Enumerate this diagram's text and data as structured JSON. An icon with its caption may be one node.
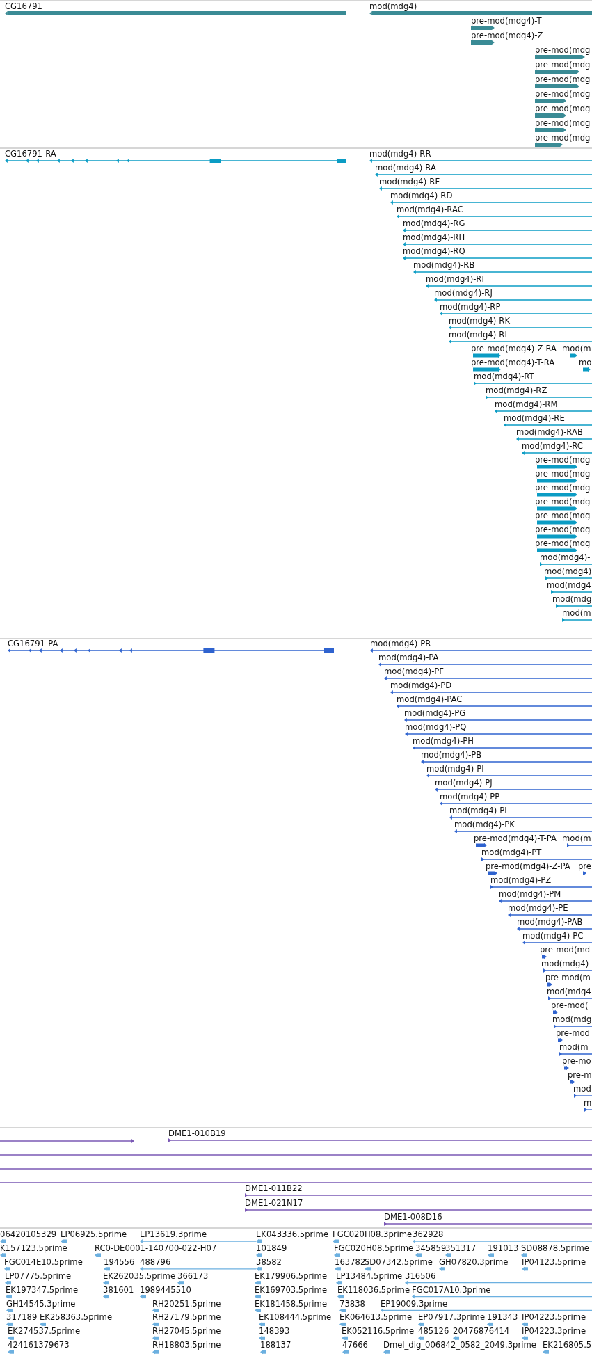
{
  "diagram": {
    "labels": [
      "CG16791",
      "mod(mdg4)",
      "pre-mod(mdg4)-T",
      "pre-mod(mdg4)-Z",
      "pre-mod(mdg",
      "pre-mod(mdg",
      "pre-mod(mdg",
      "pre-mod(mdg",
      "pre-mod(mdg",
      "pre-mod(mdg",
      "pre-mod(mdg",
      "CG16791-RA",
      "mod(mdg4)-RR",
      "mod(mdg4)-RA",
      "mod(mdg4)-RF",
      "mod(mdg4)-RD",
      "mod(mdg4)-RAC",
      "mod(mdg4)-RG",
      "mod(mdg4)-RH",
      "mod(mdg4)-RQ",
      "mod(mdg4)-RB",
      "mod(mdg4)-RI",
      "mod(mdg4)-RJ",
      "mod(mdg4)-RP",
      "mod(mdg4)-RK",
      "mod(mdg4)-RL",
      "pre-mod(mdg4)-Z-RA",
      "mod(m",
      "pre-mod(mdg4)-T-RA",
      "mo",
      "mod(mdg4)-RT",
      "mod(mdg4)-RZ",
      "mod(mdg4)-RM",
      "mod(mdg4)-RE",
      "mod(mdg4)-RAB",
      "mod(mdg4)-RC",
      "pre-mod(mdg",
      "pre-mod(mdg",
      "pre-mod(mdg",
      "pre-mod(mdg",
      "pre-mod(mdg",
      "pre-mod(mdg",
      "pre-mod(mdg",
      "mod(mdg4)-",
      "mod(mdg4)",
      "mod(mdg4",
      "mod(mdg",
      "mod(m",
      "CG16791-PA",
      "mod(mdg4)-PR",
      "mod(mdg4)-PA",
      "mod(mdg4)-PF",
      "mod(mdg4)-PD",
      "mod(mdg4)-PAC",
      "mod(mdg4)-PG",
      "mod(mdg4)-PQ",
      "mod(mdg4)-PH",
      "mod(mdg4)-PB",
      "mod(mdg4)-PI",
      "mod(mdg4)-PJ",
      "mod(mdg4)-PP",
      "mod(mdg4)-PL",
      "mod(mdg4)-PK",
      "pre-mod(mdg4)-T-PA",
      "mod(m",
      "mod(mdg4)-PT",
      "pre-mod(mdg4)-Z-PA",
      "pre",
      "mod(mdg4)-PZ",
      "mod(mdg4)-PM",
      "mod(mdg4)-PE",
      "mod(mdg4)-PAB",
      "mod(mdg4)-PC",
      "pre-mod(md",
      "mod(mdg4)-",
      "pre-mod(m",
      "mod(mdg4",
      "pre-mod(",
      "mod(mdg",
      "pre-mod",
      "mod(m",
      "pre-mo",
      "pre-m",
      "mod",
      "m",
      "DME1-010B19",
      "DME1-011B22",
      "DME1-021N17",
      "DME1-008D16",
      "06420105329",
      "LP06925.5prime",
      "EP13619.3prime",
      "EK043336.5prime",
      "FGC020H08.3prime",
      "362928",
      "K157123.5prime",
      "RC0-DE0001-140700-022-H07",
      "101849",
      "FGC020H08.5prime",
      "345859",
      "351317",
      "191013",
      "SD08878.5prime",
      "FGC014E10.5prime",
      "194556",
      "488796",
      "38582",
      "163782",
      "SD07342.5prime",
      "GH07820.3prime",
      "IP04123.5prime",
      "LP07775.5prime",
      "EK262035.5prime",
      "366173",
      "EK179906.5prime",
      "LP13484.5prime",
      "316506",
      "EK197347.5prime",
      "381601",
      "1989445510",
      "EK169703.5prime",
      "EK118036.5prime",
      "FGC017A10.3prime",
      "GH14545.3prime",
      "RH20251.5prime",
      "EK181458.5prime",
      "73838",
      "EP19009.3prime",
      "317189",
      "EK258363.5prime",
      "RH27179.5prime",
      "EK108444.5prime",
      "EK064613.5prime",
      "EP07917.3prime",
      "191343",
      "IP04223.5prime",
      "EK274537.5prime",
      "RH27045.5prime",
      "148393",
      "EK052116.5prime",
      "485126",
      "20476876414",
      "IP04223.3prime",
      "424161379673",
      "RH18803.5prime",
      "188137",
      "47666",
      "Dmel_dig_006842_0582_2049.3prime",
      "EK216805.5"
    ]
  }
}
